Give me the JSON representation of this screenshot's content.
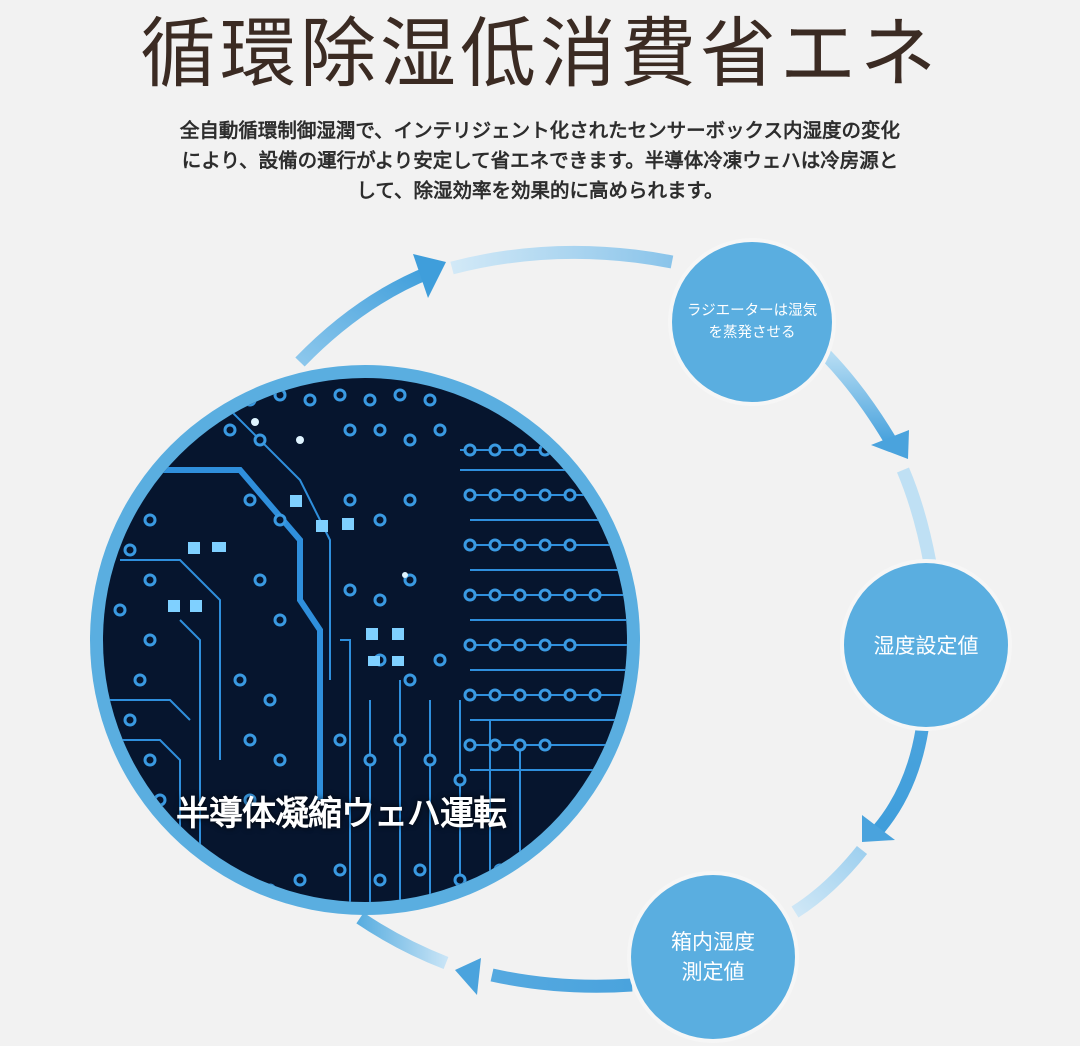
{
  "header": {
    "title": "循環除湿低消費省エネ",
    "description_lines": [
      "全自動循環制御湿潤で、インテリジェント化されたセンサーボックス内湿度の変化",
      "により、設備の運行がより安定して省エネできます。半導体冷凍ウェハは冷房源と",
      "して、除湿効率を効果的に高められます。"
    ]
  },
  "diagram": {
    "center": {
      "label": "半導体凝縮ウェハ運転",
      "image": "circuit-board-image"
    },
    "nodes": [
      {
        "id": "radiator",
        "lines": [
          "ラジエーターは湿気",
          "を蒸発させる"
        ]
      },
      {
        "id": "humidity-setpoint",
        "lines": [
          "湿度設定値"
        ]
      },
      {
        "id": "box-humidity-measured",
        "lines": [
          "箱内湿度",
          "測定値"
        ]
      }
    ],
    "flow_direction": "clockwise",
    "colors": {
      "background": "#f2f2f2",
      "node_fill": "#5aaee0",
      "arrow_dark": "#4aa3dd",
      "arrow_light": "#bfe0f4",
      "board_dark": "#06152e",
      "board_trace": "#2f8fdc",
      "title_text": "#3b2b23"
    }
  }
}
